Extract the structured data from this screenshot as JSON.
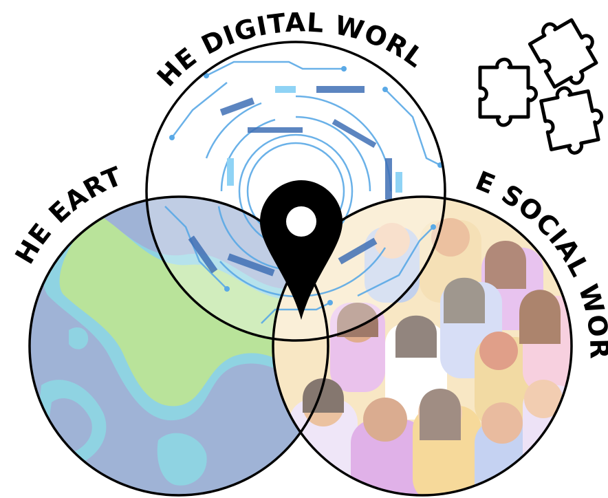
{
  "labels": {
    "digital": "THE DIGITAL WORLD",
    "earth": "THE EARTH",
    "social": "THE SOCIAL WORLD"
  },
  "colors": {
    "outline": "#000000",
    "earth_land": "#b9e39a",
    "earth_ocean": "#9fb3d6",
    "earth_coast": "#8fd3e2",
    "digital_lines": "#5aa9e6",
    "digital_dark": "#3f6fb5",
    "social_bg": "#f7e2b8",
    "pin": "#000000"
  },
  "icons": [
    "location-pin-icon",
    "puzzle-piece-icon",
    "puzzle-piece-icon",
    "puzzle-piece-icon"
  ]
}
